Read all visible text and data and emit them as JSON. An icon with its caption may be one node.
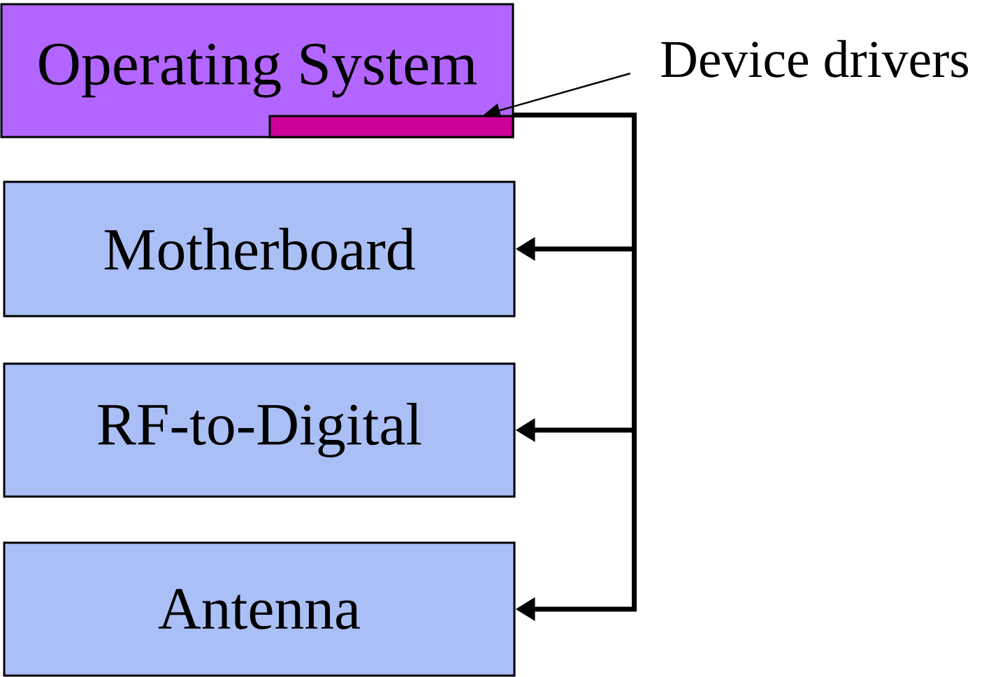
{
  "diagram": {
    "nodes": [
      {
        "text": [
          "Operating System"
        ]
      },
      {
        "text": [],
        "shape": "bar",
        "in": 0
      },
      {
        "text": [
          "Device drivers"
        ]
      },
      {
        "text": [
          "Motherboard"
        ]
      },
      {
        "text": [
          "RF-to-Digital"
        ]
      },
      {
        "text": [
          "Antenna"
        ]
      }
    ],
    "edges": [
      {
        "from": 2,
        "to": 1,
        "arrow": "to"
      },
      {
        "from": 1,
        "to": 3,
        "arrow": "to"
      },
      {
        "from": 1,
        "to": 4,
        "arrow": "to"
      },
      {
        "from": 1,
        "to": 5,
        "arrow": "to"
      }
    ]
  }
}
